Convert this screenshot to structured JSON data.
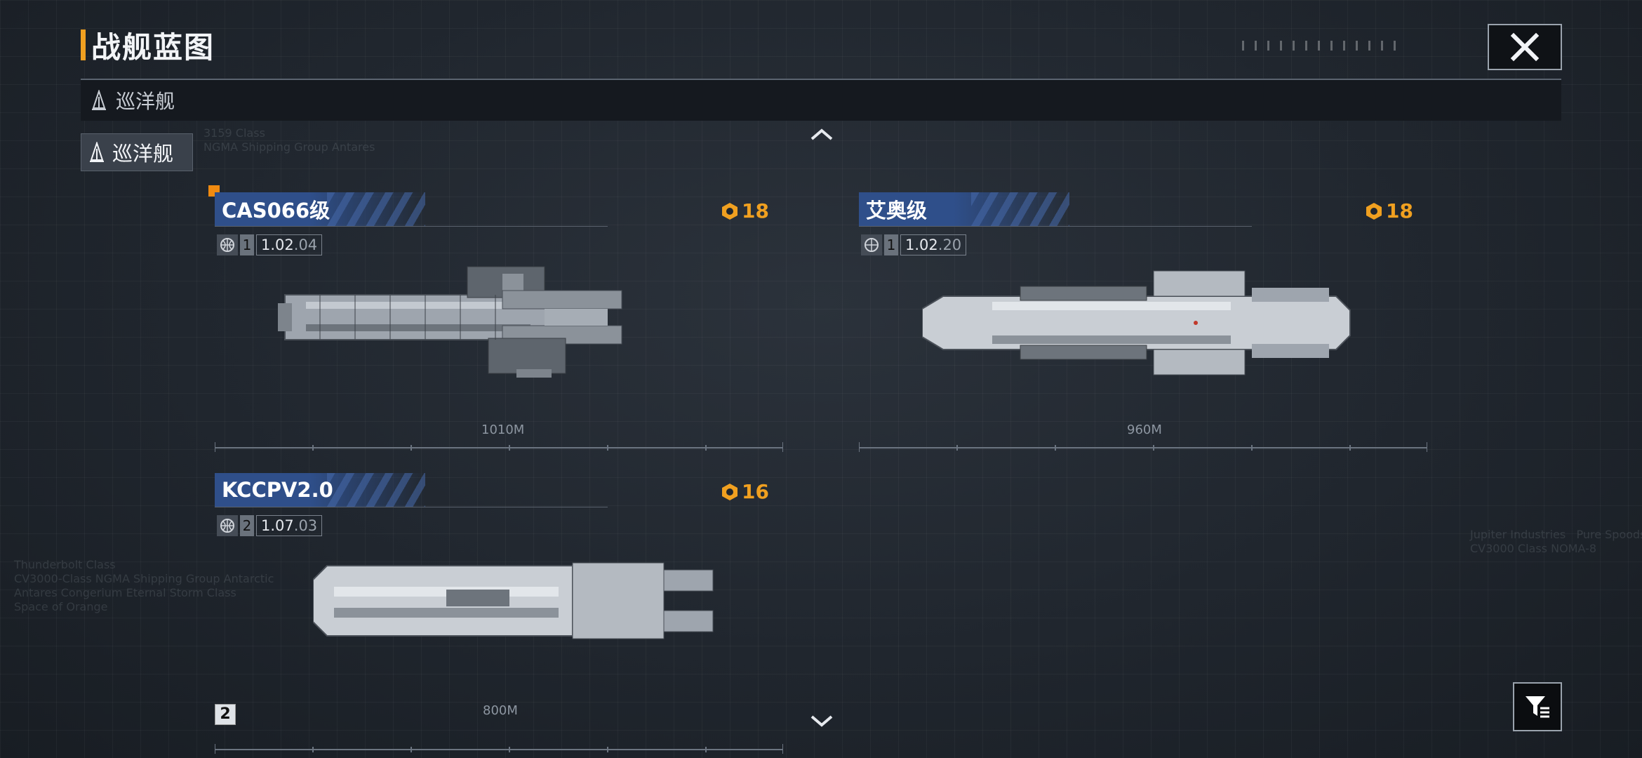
{
  "header": {
    "title": "战舰蓝图"
  },
  "category_bar": {
    "label": "巡洋舰"
  },
  "filter_tab": {
    "label": "巡洋舰"
  },
  "cards": [
    {
      "name": "CAS066级",
      "cost": "18",
      "level": "1",
      "version_main": "1.02",
      "version_sub": ".04",
      "length": "1010M"
    },
    {
      "name": "艾奥级",
      "cost": "18",
      "level": "1",
      "version_main": "1.02",
      "version_sub": ".20",
      "length": "960M"
    },
    {
      "name": "KCCPV2.0",
      "cost": "16",
      "level": "2",
      "version_main": "1.07",
      "version_sub": ".03",
      "length": "800M"
    }
  ],
  "pager": {
    "page": "2"
  },
  "colors": {
    "accent": "#f0a020",
    "name_banner": "#2f4f8a",
    "background": "#20262e"
  },
  "icons": [
    "close-icon",
    "cruiser-icon",
    "chevron-up-icon",
    "chevron-down-icon",
    "cost-icon",
    "globe-icon",
    "filter-icon"
  ]
}
